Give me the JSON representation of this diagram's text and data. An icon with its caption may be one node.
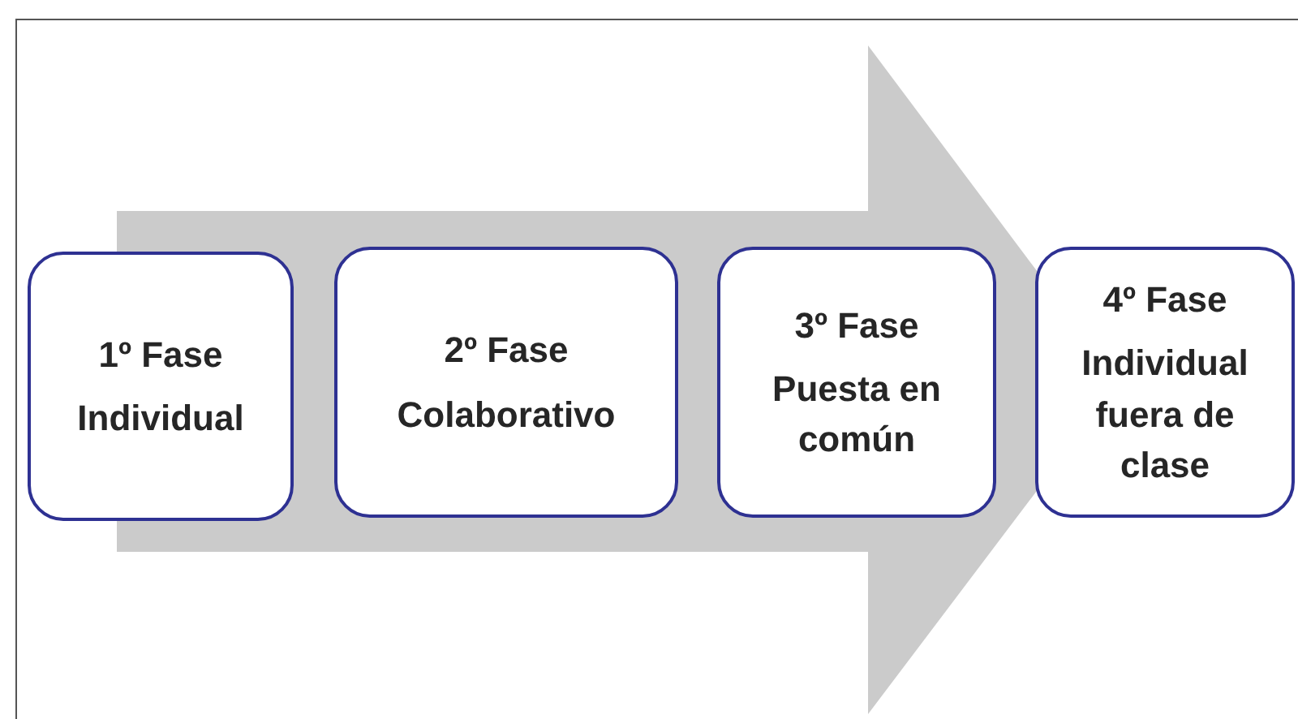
{
  "diagram": {
    "nodes": [
      {
        "text": [
          "1º Fase",
          "Individual"
        ]
      },
      {
        "text": [
          "2º Fase",
          "Colaborativo"
        ]
      },
      {
        "text": [
          "3º Fase",
          "Puesta en común"
        ]
      },
      {
        "text": [
          "4º Fase",
          "Individual fuera de clase"
        ]
      }
    ],
    "edges": [
      {
        "from": 0,
        "to": 3,
        "arrow": "to"
      }
    ]
  }
}
